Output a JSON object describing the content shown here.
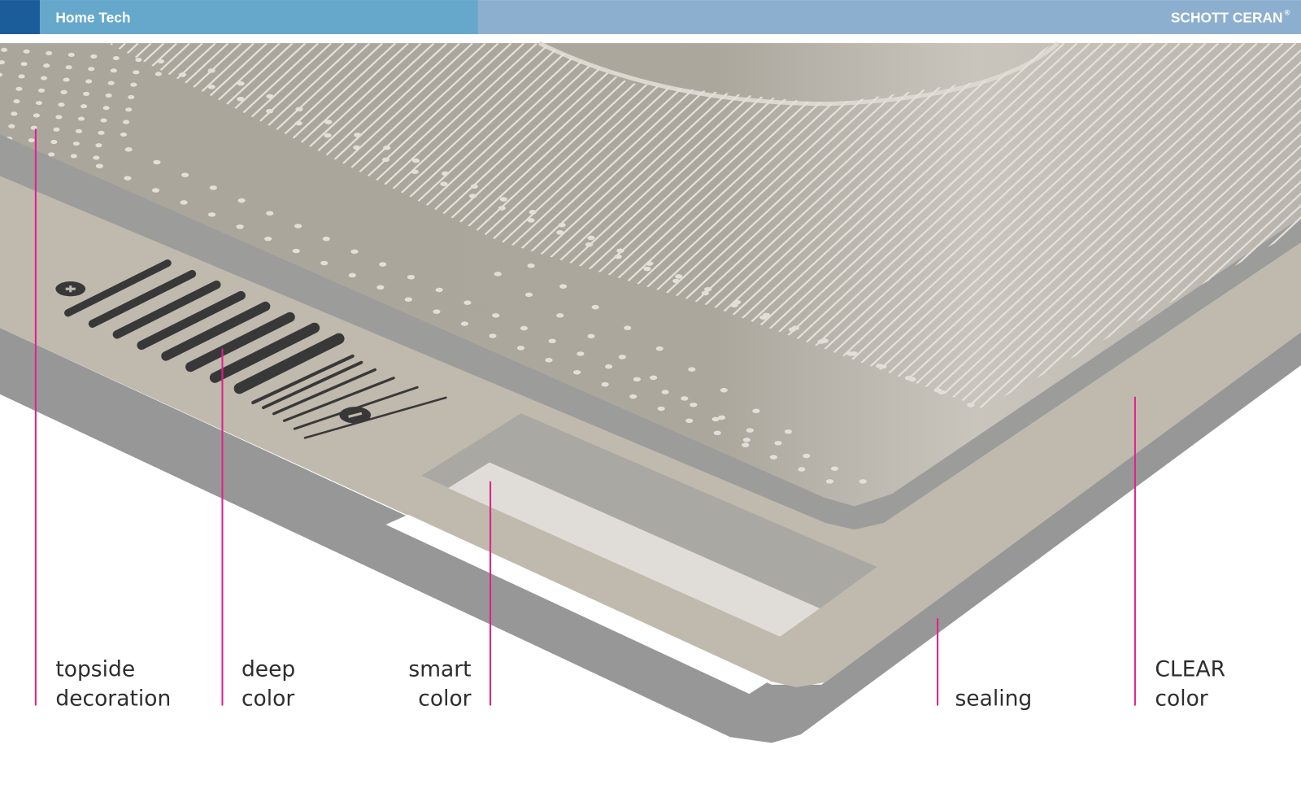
{
  "header": {
    "section": "Home Tech",
    "brand": "SCHOTT CERAN",
    "brand_mark": "®",
    "colors": {
      "dark": "#1b5c9b",
      "left": "#66a8cc",
      "right": "#8cafcf"
    }
  },
  "callouts": [
    {
      "id": "topside-decoration",
      "lines": [
        "topside",
        "decoration"
      ]
    },
    {
      "id": "deep-color",
      "lines": [
        "deep",
        "color"
      ]
    },
    {
      "id": "smart-color",
      "lines": [
        "smart",
        "color"
      ]
    },
    {
      "id": "sealing",
      "lines": [
        "sealing"
      ]
    },
    {
      "id": "clear-color",
      "lines": [
        "CLEAR",
        "color"
      ]
    }
  ],
  "accent_color": "#e0218a"
}
